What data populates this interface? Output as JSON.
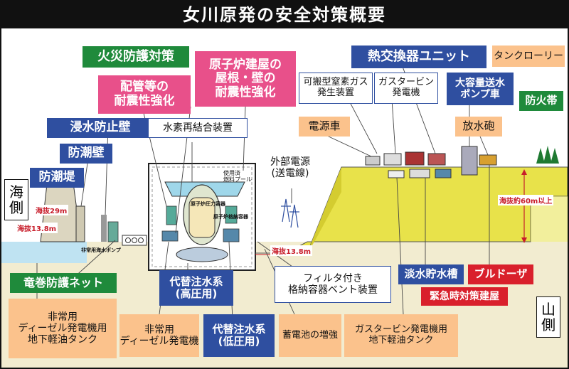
{
  "title": "女川原発の安全対策概要",
  "side_labels": {
    "sea": "海\n側",
    "mountain": "山\n側"
  },
  "elevations": {
    "breakwater": "海抜29m",
    "ground": "海抜13.8m",
    "platform": "海抜13.8m",
    "high_ground": "海抜約60m以上"
  },
  "small_labels": {
    "spent_pool": "使用済\n燃料プール",
    "reactor_vessel": "原子炉圧力容器",
    "containment_vessel": "原子炉格納容器",
    "seawater_pump": "非常用海水ポンプ"
  },
  "callouts": {
    "fire_protection": "火災防護対策",
    "piping_seismic": "配管等の\n耐震性強化",
    "roof_wall_seismic": "原子炉建屋の\n屋根・壁の\n耐震性強化",
    "flood_barrier": "浸水防止壁",
    "tide_wall": "防潮壁",
    "tide_embankment": "防潮堤",
    "hydrogen_recombiner": "水素再結合装置",
    "portable_nitrogen": "可搬型窒素ガス\n発生装置",
    "gas_turbine_gen": "ガスタービン\n発電機",
    "heat_exchanger": "熱交換器ユニット",
    "tank_lorry": "タンクローリー",
    "large_pump_truck": "大容量送水\nポンプ車",
    "fire_belt": "防火帯",
    "power_vehicle": "電源車",
    "water_cannon": "放水砲",
    "external_power": "外部電源\n(送電線)",
    "tornado_net": "竜巻防護ネット",
    "alt_injection_high": "代替注水系\n(高圧用)",
    "filter_vent": "フィルタ付き\n格納容器ベント装置",
    "fresh_water_tank": "淡水貯水槽",
    "bulldozer": "ブルドーザ",
    "emergency_building": "緊急時対策建屋",
    "emergency_diesel_tank": "非常用\nディーゼル発電機用\n地下軽油タンク",
    "emergency_diesel_gen": "非常用\nディーゼル発電機",
    "alt_injection_low": "代替注水系\n(低圧用)",
    "battery_upgrade": "蓄電池の増強",
    "gas_turbine_tank": "ガスタービン発電機用\n地下軽油タンク"
  },
  "colors": {
    "green": "#1f8a3b",
    "pink": "#e8508a",
    "navy": "#2f4fa0",
    "red": "#d9202c",
    "orange": "#fbc28c",
    "terrain": "#e8e24a",
    "ground": "#f2ecd0"
  }
}
